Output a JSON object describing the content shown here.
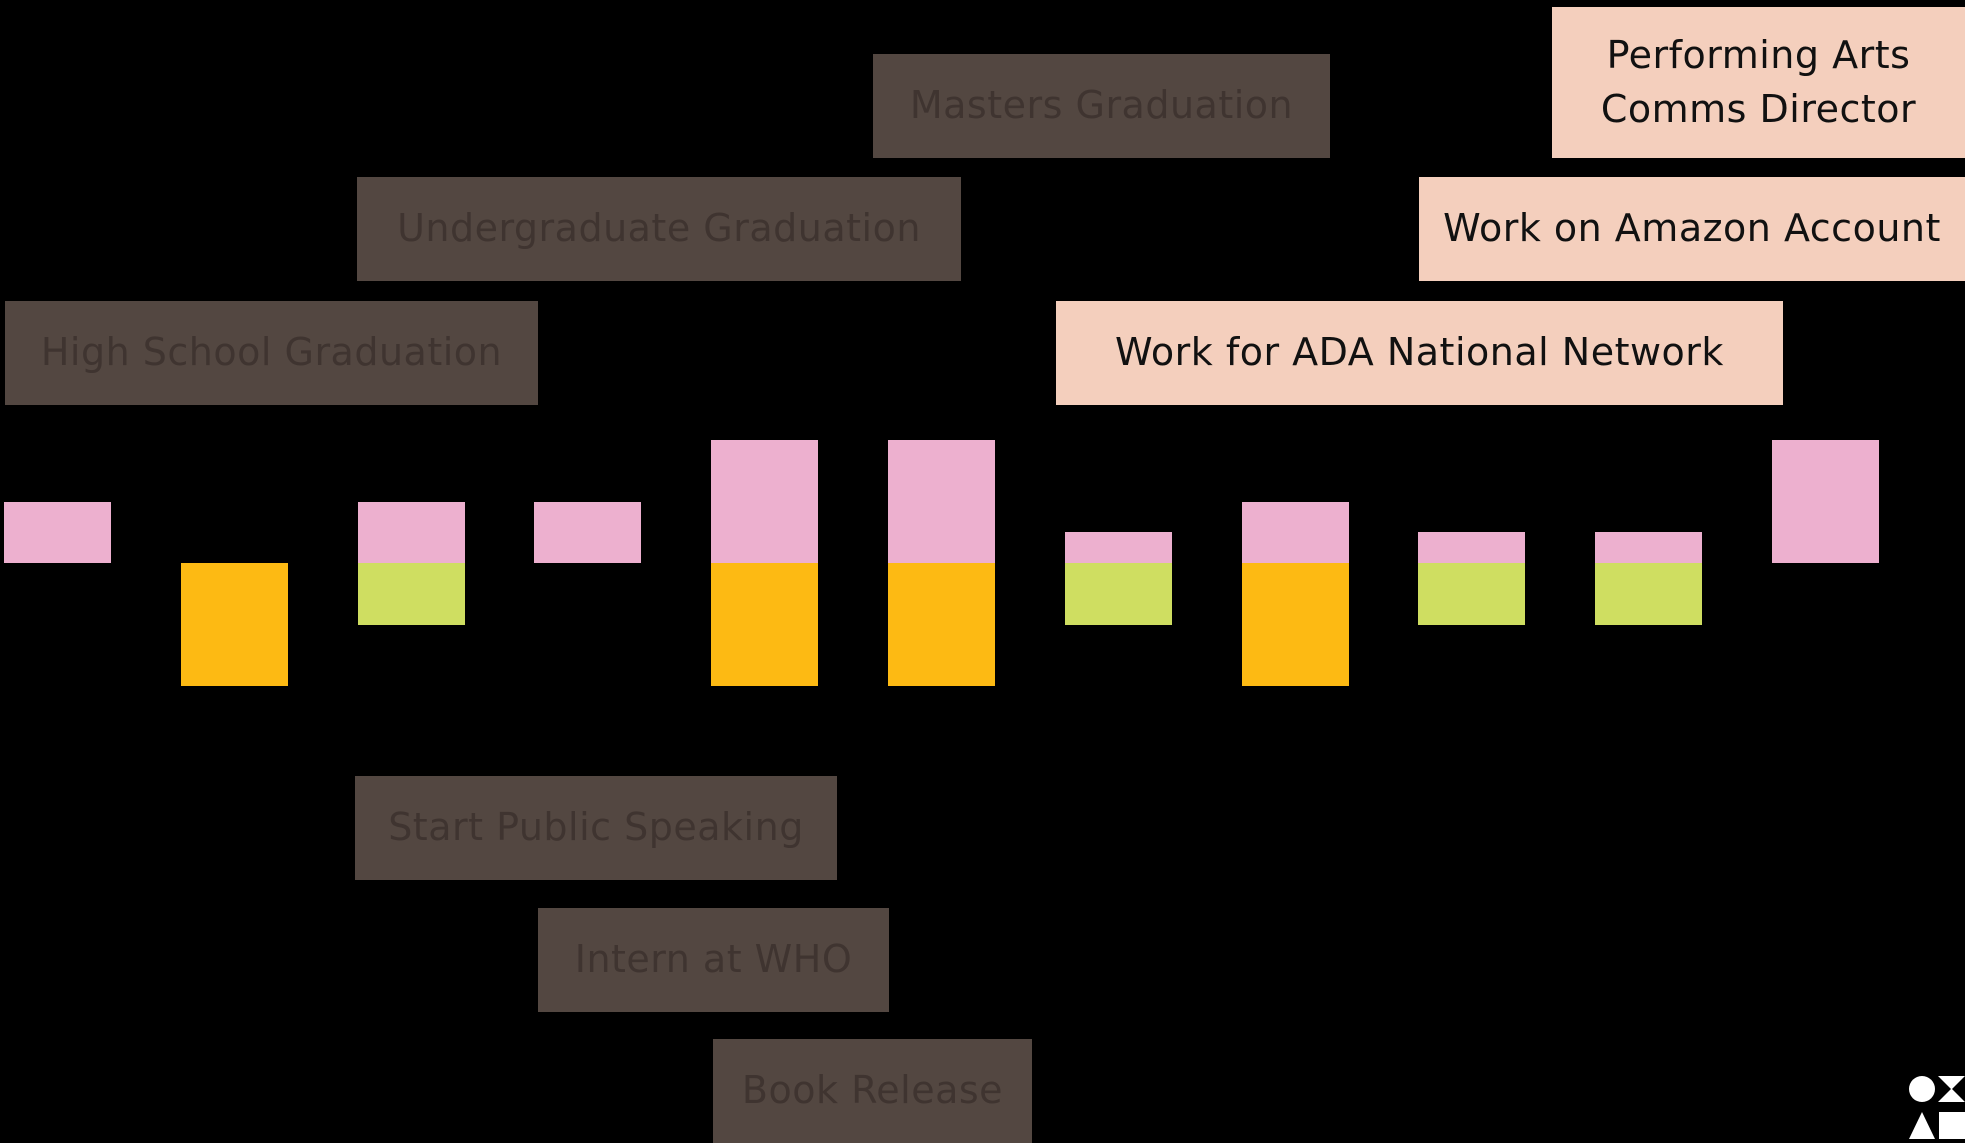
{
  "colors": {
    "background": "#000000",
    "education_box": "#534741",
    "education_text": "#3f3430",
    "career_box": "#f4cfbd",
    "career_text": "#111111",
    "pink": "#edb0cf",
    "orange": "#fdba13",
    "green": "#cfde61",
    "logo": "#ffffff"
  },
  "education_labels": [
    "Masters Graduation",
    "Undergraduate Graduation",
    "High School Graduation"
  ],
  "career_labels": [
    "Performing Arts\nComms Director",
    "Work on Amazon Account",
    "Work for ADA National Network"
  ],
  "lower_labels": [
    "Start Public Speaking",
    "Intern at WHO",
    "Book Release"
  ],
  "columns": [
    {
      "pink": 1,
      "orange": 0,
      "green": 0
    },
    {
      "pink": 0,
      "orange": 2,
      "green": 0
    },
    {
      "pink": 1,
      "orange": 0,
      "green": 1
    },
    {
      "pink": 1,
      "orange": 0,
      "green": 0
    },
    {
      "pink": 2,
      "orange": 2,
      "green": 0
    },
    {
      "pink": 2,
      "orange": 2,
      "green": 0
    },
    {
      "pink": 0.5,
      "orange": 0,
      "green": 1
    },
    {
      "pink": 1,
      "orange": 2,
      "green": 0
    },
    {
      "pink": 0.5,
      "orange": 0,
      "green": 1
    },
    {
      "pink": 0.5,
      "orange": 0,
      "green": 1
    },
    {
      "pink": 2,
      "orange": 0,
      "green": 0
    }
  ],
  "logo_icon": "brand-logo-icon"
}
